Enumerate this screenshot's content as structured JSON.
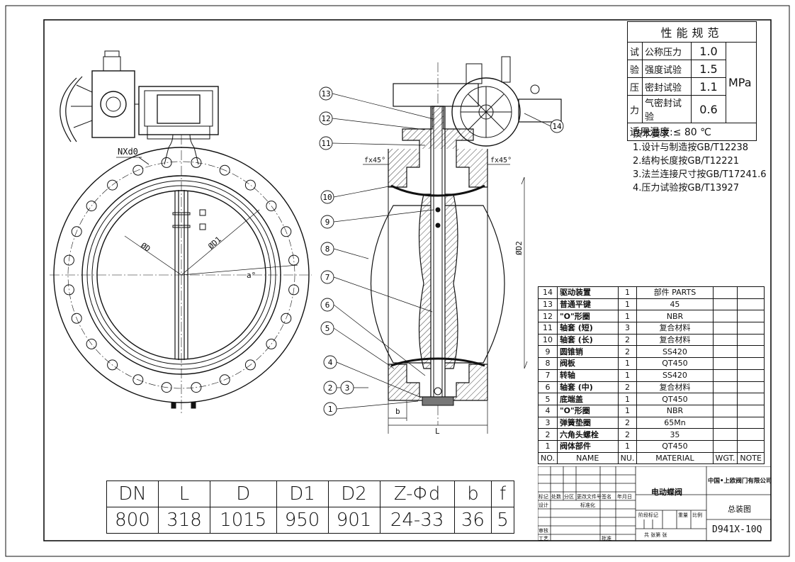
{
  "performance_spec": {
    "title": "性能规范",
    "test_pressure_label": [
      "试",
      "验",
      "压",
      "力"
    ],
    "rows": [
      {
        "label": "公称压力",
        "value": "1.0"
      },
      {
        "label": "强度试验",
        "value": "1.5"
      },
      {
        "label": "密封试验",
        "value": "1.1"
      },
      {
        "label": "气密封试验",
        "value": "0.6"
      }
    ],
    "unit": "MPa",
    "temperature": "适用温度:≤ 80 ℃"
  },
  "technical_requirements": {
    "title": "技术要求",
    "items": [
      "1.设计与制造按GB/T12238",
      "2.结构长度按GB/T12221",
      "3.法兰连接尺寸按GB/T17241.6",
      "4.压力试验按GB/T13927"
    ]
  },
  "drawing_labels": {
    "bolt_holes": "NXd0",
    "phi_D": "ØD",
    "phi_D1": "ØD1",
    "angle": "a°",
    "phi_D2": "ØD2",
    "chamfer_left": "fx45°",
    "chamfer_right": "fx45°",
    "dim_b": "b",
    "dim_L": "L",
    "balloons": [
      "1",
      "2",
      "3",
      "4",
      "5",
      "6",
      "7",
      "8",
      "9",
      "10",
      "11",
      "12",
      "13",
      "14"
    ]
  },
  "dimension_table": {
    "headers": [
      "DN",
      "L",
      "D",
      "D1",
      "D2",
      "Z-Φd",
      "b",
      "f"
    ],
    "values": [
      "800",
      "318",
      "1015",
      "950",
      "901",
      "24-33",
      "36",
      "5"
    ]
  },
  "parts_list": {
    "rows": [
      {
        "no": "14",
        "name": "驱动装置",
        "qty": "1",
        "material": "部件 PARTS"
      },
      {
        "no": "13",
        "name": "普通平键",
        "qty": "1",
        "material": "45"
      },
      {
        "no": "12",
        "name": "\"O\"形圈",
        "qty": "1",
        "material": "NBR"
      },
      {
        "no": "11",
        "name": "轴套 (短)",
        "qty": "3",
        "material": "复合材料"
      },
      {
        "no": "10",
        "name": "轴套 (长)",
        "qty": "2",
        "material": "复合材料"
      },
      {
        "no": "9",
        "name": "圆锥销",
        "qty": "2",
        "material": "SS420"
      },
      {
        "no": "8",
        "name": "阀板",
        "qty": "1",
        "material": "QT450"
      },
      {
        "no": "7",
        "name": "转轴",
        "qty": "1",
        "material": "SS420"
      },
      {
        "no": "6",
        "name": "轴套 (中)",
        "qty": "2",
        "material": "复合材料"
      },
      {
        "no": "5",
        "name": "底端盖",
        "qty": "1",
        "material": "QT450"
      },
      {
        "no": "4",
        "name": "\"O\"形圈",
        "qty": "1",
        "material": "NBR"
      },
      {
        "no": "3",
        "name": "弹簧垫圈",
        "qty": "2",
        "material": "65Mn"
      },
      {
        "no": "2",
        "name": "六角头螺栓",
        "qty": "2",
        "material": "35"
      },
      {
        "no": "1",
        "name": "阀体部件",
        "qty": "1",
        "material": "QT450"
      }
    ],
    "header": {
      "no": "NO.",
      "name": "NAME",
      "qty": "NU.",
      "material": "MATERIAL",
      "wgt": "WGT.",
      "note": "NOTE"
    }
  },
  "title_block": {
    "product_name": "电动蝶阀",
    "company": "中国•上欧阀门有限公司",
    "drawing_title": "总装图",
    "model": "D941X-10Q",
    "labels": [
      "标记",
      "处数",
      "分区",
      "更改文件号",
      "签名",
      "年月日",
      "设计",
      "标准化",
      "阶段标记",
      "重量",
      "比例",
      "审核",
      "工艺",
      "批准",
      "共 张第 张"
    ]
  }
}
